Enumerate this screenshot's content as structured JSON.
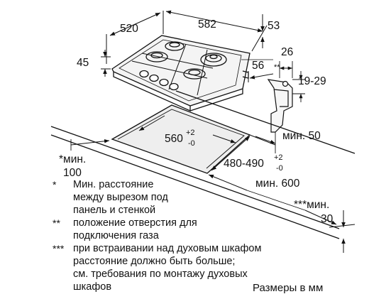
{
  "dimensions": {
    "depth": "520",
    "width": "582",
    "right_offset": "53",
    "height": "45",
    "side_depth": "56",
    "gas_offset": "26",
    "gas_mark": "**",
    "gas_height": "19-29",
    "cutout_width_main": "560",
    "cutout_width_tol_upper": "+2",
    "cutout_width_tol_lower": "-0",
    "cutout_depth_main": "480-490",
    "cutout_depth_tol_upper": "+2",
    "cutout_depth_tol_lower": "-0",
    "min_50": "мин. 50",
    "min_100_line1": "*мин.",
    "min_100_line2": "100",
    "min_600": "мин. 600",
    "min_30_line1": "***мин.",
    "min_30_line2": "30"
  },
  "notes": [
    {
      "marker": "*",
      "lines": [
        "Мин. расстояние",
        "между вырезом под",
        "панель и стенкой"
      ]
    },
    {
      "marker": "**",
      "lines": [
        "положение отверстия для",
        "подключения газа"
      ]
    },
    {
      "marker": "***",
      "lines": [
        "при встраивании над духовым шкафом",
        "расстояние должно быть больше;",
        "см. требования по монтажу духовых",
        "шкафов"
      ]
    }
  ],
  "units_caption": "Размеры в мм"
}
